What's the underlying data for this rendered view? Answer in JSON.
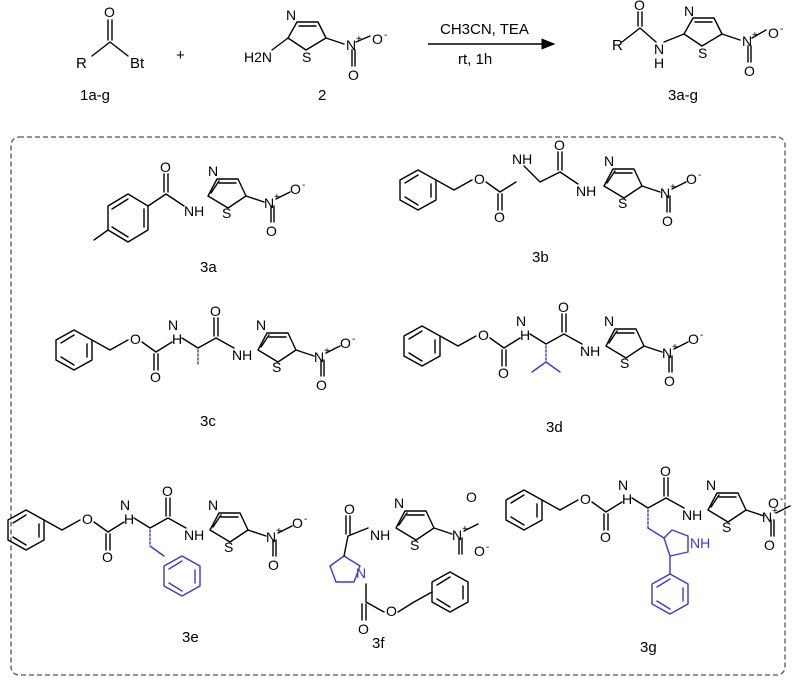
{
  "reaction": {
    "reagent_1": {
      "r": "R",
      "bt": "Bt",
      "o": "O",
      "label": "1a-g"
    },
    "plus": "+",
    "reagent_2": {
      "h2n": "H2N",
      "n": "N",
      "s": "S",
      "no2_n": "N",
      "no2_o1": "O",
      "no2_o2": "O",
      "plus": "+",
      "minus": "-",
      "label": "2"
    },
    "conditions_top": "CH3CN, TEA",
    "conditions_bottom": "rt, 1h",
    "product": {
      "r": "R",
      "nh": "N",
      "h": "H",
      "o": "O",
      "label": "3a-g"
    }
  },
  "compounds": [
    {
      "id": "3a",
      "label": "3a"
    },
    {
      "id": "3b",
      "label": "3b"
    },
    {
      "id": "3c",
      "label": "3c"
    },
    {
      "id": "3d",
      "label": "3d"
    },
    {
      "id": "3e",
      "label": "3e"
    },
    {
      "id": "3f",
      "label": "3f"
    },
    {
      "id": "3g",
      "label": "3g"
    }
  ],
  "atoms": {
    "O": "O",
    "N": "N",
    "S": "S",
    "H": "H",
    "NH": "NH",
    "plus": "+",
    "minus": "-"
  },
  "colors": {
    "bond": "#000000",
    "highlight": "#3a3acf",
    "frame": "#555555"
  }
}
